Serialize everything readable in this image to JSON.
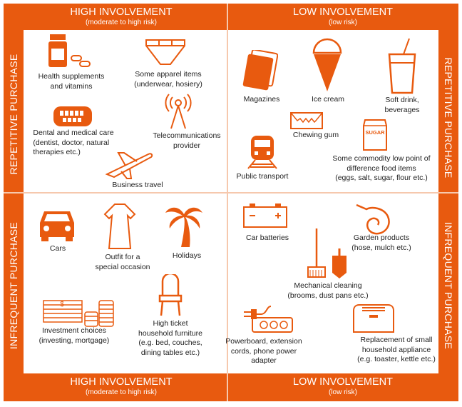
{
  "header_top": {
    "left": {
      "title": "HIGH INVOLVEMENT",
      "subtitle": "(moderate to high risk)"
    },
    "right": {
      "title": "LOW INVOLVEMENT",
      "subtitle": "(low risk)"
    }
  },
  "header_bottom": {
    "left": {
      "title": "HIGH INVOLVEMENT",
      "subtitle": "(moderate to high risk)"
    },
    "right": {
      "title": "LOW INVOLVEMENT",
      "subtitle": "(low risk)"
    }
  },
  "side": {
    "left_top": "REPETITIVE PURCHASE",
    "left_bottom": "INFREQUENT PURCHASE",
    "right_top": "REPETITIVE PURCHASE",
    "right_bottom": "INFREQUENT PURCHASE"
  },
  "accent": "#e85a0f",
  "items": {
    "supplements": [
      "Health supplements",
      "and vitamins"
    ],
    "apparel": [
      "Some apparel items",
      "(underwear, hosiery)"
    ],
    "dental": [
      "Dental and medical care",
      "(dentist, doctor, natural",
      "therapies etc.)"
    ],
    "telecom": [
      "Telecommunications",
      "provider"
    ],
    "travel": [
      "Business travel"
    ],
    "magazines": [
      "Magazines"
    ],
    "icecream": [
      "Ice cream"
    ],
    "softdrink": [
      "Soft drink,",
      "beverages"
    ],
    "gum": [
      "Chewing gum"
    ],
    "transport": [
      "Public transport"
    ],
    "commodity": [
      "Some commodity low point of",
      "difference food items",
      "(eggs, salt, sugar, flour etc.)"
    ],
    "sugar_label": "SUGAR",
    "cars": [
      "Cars"
    ],
    "outfit": [
      "Outfit for a",
      "special occasion"
    ],
    "holidays": [
      "Holidays"
    ],
    "investment": [
      "Investment choices",
      "(investing, mortgage)"
    ],
    "furniture": [
      "High ticket",
      "household furniture",
      "(e.g. bed, couches,",
      "dining tables etc.)"
    ],
    "batteries": [
      "Car batteries"
    ],
    "garden": [
      "Garden products",
      "(hose, mulch etc.)"
    ],
    "cleaning": [
      "Mechanical cleaning",
      "(brooms, dust pans etc.)"
    ],
    "powerboard": [
      "Powerboard, extension",
      "cords, phone power",
      "adapter"
    ],
    "appliance": [
      "Replacement of small",
      "household appliance",
      "(e.g. toaster, kettle etc.)"
    ]
  }
}
